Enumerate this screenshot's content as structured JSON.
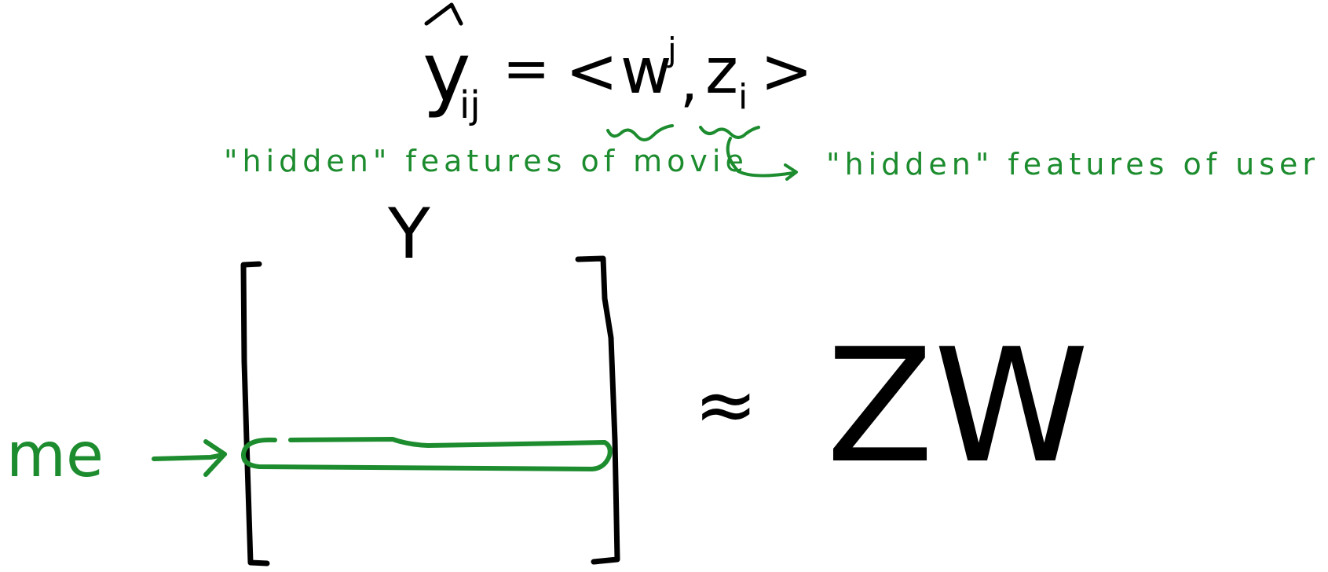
{
  "equation": {
    "lhs_base": "y",
    "lhs_hat": "^",
    "lhs_subscript": "ij",
    "equals": "=",
    "open": "<",
    "w_base": "w",
    "w_superscript": "j",
    "comma": ",",
    "z_base": "z",
    "z_subscript": "i",
    "close": ">"
  },
  "annotations": {
    "movie_note": "\"hidden\" features of movie",
    "user_note": "\"hidden\" features of user",
    "me_label": "me"
  },
  "matrix": {
    "label": "Y",
    "approx": "≈",
    "product": "ZW"
  },
  "colors": {
    "ink": "#000000",
    "highlight": "#1c8c2e",
    "background": "#ffffff"
  }
}
